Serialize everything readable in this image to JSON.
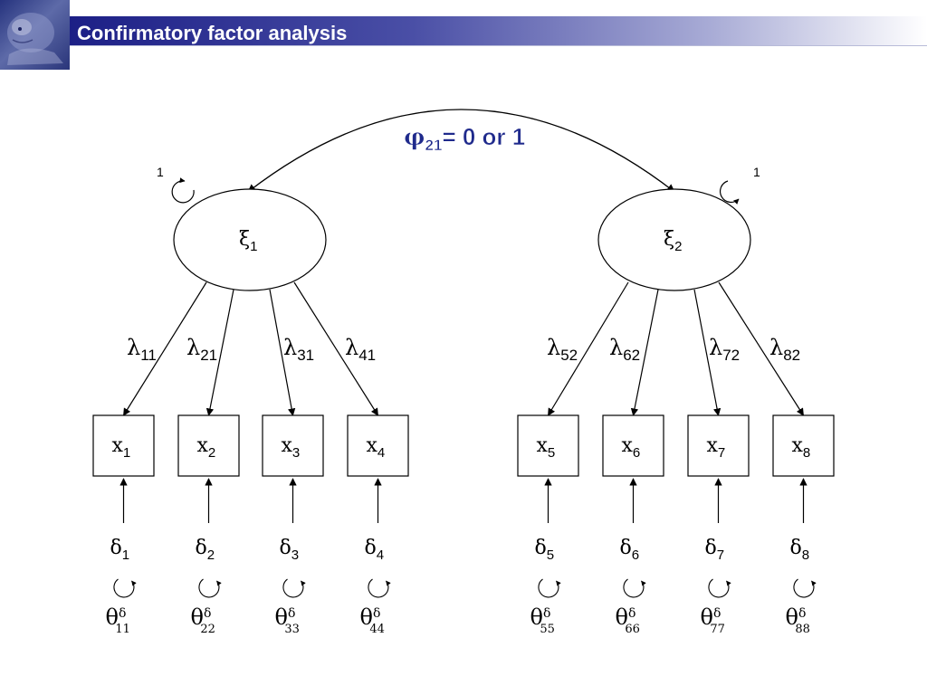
{
  "slide": {
    "title": "Confirmatory factor analysis"
  },
  "colors": {
    "title_bar_start": "#1c1f86",
    "covariance_label": "#1f2a8c",
    "lines": "#000000"
  },
  "diagram": {
    "covariance": {
      "symbol": "φ",
      "sub": "21",
      "rest": "= 0 or 1"
    },
    "factor_variance_labels": [
      "1",
      "1"
    ],
    "factors": [
      {
        "symbol": "ξ",
        "sub": "1"
      },
      {
        "symbol": "ξ",
        "sub": "2"
      }
    ],
    "loadings": [
      {
        "symbol": "λ",
        "sub": "11"
      },
      {
        "symbol": "λ",
        "sub": "21"
      },
      {
        "symbol": "λ",
        "sub": "31"
      },
      {
        "symbol": "λ",
        "sub": "41"
      },
      {
        "symbol": "λ",
        "sub": "52"
      },
      {
        "symbol": "λ",
        "sub": "62"
      },
      {
        "symbol": "λ",
        "sub": "72"
      },
      {
        "symbol": "λ",
        "sub": "82"
      }
    ],
    "indicators": [
      {
        "symbol": "x",
        "sub": "1"
      },
      {
        "symbol": "x",
        "sub": "2"
      },
      {
        "symbol": "x",
        "sub": "3"
      },
      {
        "symbol": "x",
        "sub": "4"
      },
      {
        "symbol": "x",
        "sub": "5"
      },
      {
        "symbol": "x",
        "sub": "6"
      },
      {
        "symbol": "x",
        "sub": "7"
      },
      {
        "symbol": "x",
        "sub": "8"
      }
    ],
    "errors": [
      {
        "symbol": "δ",
        "sub": "1"
      },
      {
        "symbol": "δ",
        "sub": "2"
      },
      {
        "symbol": "δ",
        "sub": "3"
      },
      {
        "symbol": "δ",
        "sub": "4"
      },
      {
        "symbol": "δ",
        "sub": "5"
      },
      {
        "symbol": "δ",
        "sub": "6"
      },
      {
        "symbol": "δ",
        "sub": "7"
      },
      {
        "symbol": "δ",
        "sub": "8"
      }
    ],
    "error_variances": [
      {
        "symbol": "θ",
        "sup": "δ",
        "sub": "11"
      },
      {
        "symbol": "θ",
        "sup": "δ",
        "sub": "22"
      },
      {
        "symbol": "θ",
        "sup": "δ",
        "sub": "33"
      },
      {
        "symbol": "θ",
        "sup": "δ",
        "sub": "44"
      },
      {
        "symbol": "θ",
        "sup": "δ",
        "sub": "55"
      },
      {
        "symbol": "θ",
        "sup": "δ",
        "sub": "66"
      },
      {
        "symbol": "θ",
        "sup": "δ",
        "sub": "77"
      },
      {
        "symbol": "θ",
        "sup": "δ",
        "sub": "88"
      }
    ]
  }
}
